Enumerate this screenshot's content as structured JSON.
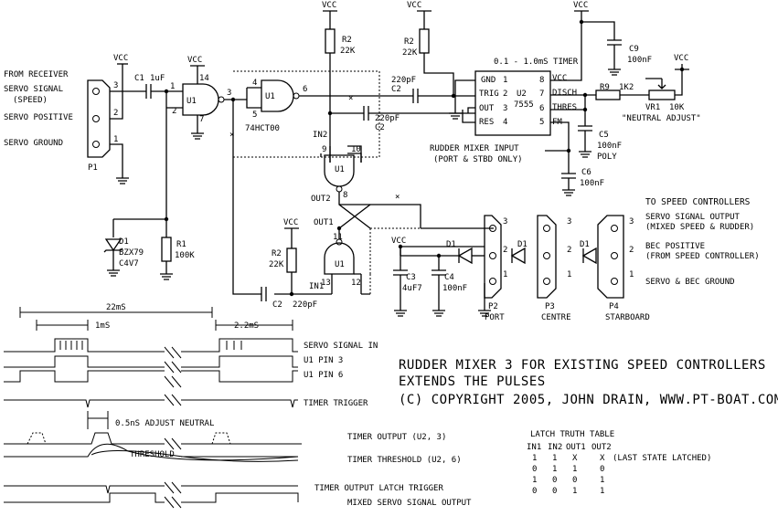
{
  "title": {
    "line1": "RUDDER MIXER 3 FOR EXISTING SPEED CONTROLLERS",
    "line2": "EXTENDS THE PULSES",
    "line3": "(C) COPYRIGHT 2005, JOHN DRAIN, WWW.PT-BOAT.COM"
  },
  "input": {
    "from_receiver": "FROM RECEIVER",
    "servo_signal": "SERVO SIGNAL",
    "speed": "(SPEED)",
    "servo_positive": "SERVO POSITIVE",
    "servo_ground": "SERVO GROUND",
    "connector": "P1",
    "pins": [
      "3",
      "2",
      "1"
    ]
  },
  "vcc": "VCC",
  "c1": {
    "name": "C1",
    "value": "1uF"
  },
  "d1_zener": {
    "name": "D1",
    "part": "BZX79",
    "value": "C4V7"
  },
  "r1": {
    "name": "R1",
    "value": "100K"
  },
  "gate_u1": {
    "name": "U1",
    "part": "74HCT00",
    "pins": {
      "p1": "1",
      "p2": "2",
      "p3": "3",
      "p4": "4",
      "p5": "5",
      "p6": "6",
      "p7": "7",
      "p8": "8",
      "p9": "9",
      "p10": "10",
      "p11": "11",
      "p12": "12",
      "p13": "13",
      "p14": "14"
    }
  },
  "r2_top": {
    "name": "R2",
    "value": "22K"
  },
  "r2_top2": {
    "name": "R2",
    "value": "22K"
  },
  "r2_left": {
    "name": "R2",
    "value": "22K"
  },
  "c2_a": {
    "value": "220pF",
    "name": "C2"
  },
  "c2_b": {
    "value": "220pF",
    "name": "C2"
  },
  "c2_c": {
    "name": "C2",
    "value": "220pF"
  },
  "timer": {
    "title": "0.1 - 1.0mS TIMER",
    "name": "U2",
    "part": "7555",
    "pins_left": [
      "GND",
      "TRIG",
      "OUT",
      "RES"
    ],
    "pins_left_num": [
      "1",
      "2",
      "3",
      "4"
    ],
    "pins_right": [
      "VCC",
      "DISCH",
      "THRES",
      "FM"
    ],
    "pins_right_num": [
      "8",
      "7",
      "6",
      "5"
    ]
  },
  "c9": {
    "name": "C9",
    "value": "100nF"
  },
  "r9": {
    "name": "R9",
    "value": "1K2"
  },
  "vr1": {
    "name": "VR1",
    "value": "10K",
    "label": "\"NEUTRAL ADJUST\""
  },
  "c5": {
    "name": "C5",
    "value": "100nF",
    "type": "POLY"
  },
  "c6": {
    "name": "C6",
    "value": "100nF"
  },
  "rudder_input": {
    "line1": "RUDDER MIXER INPUT",
    "line2": "(PORT & STBD ONLY)"
  },
  "latch_labels": {
    "in2": "IN2",
    "out2": "OUT2",
    "out1": "OUT1",
    "in1": "IN1"
  },
  "c3": {
    "name": "C3",
    "value": "4uF7"
  },
  "c4": {
    "name": "C4",
    "value": "100nF"
  },
  "outputs": {
    "heading": "TO SPEED CONTROLLERS",
    "servo_out1": "SERVO SIGNAL OUTPUT",
    "servo_out2": "(MIXED SPEED & RUDDER)",
    "bec1": "BEC POSITIVE",
    "bec2": "(FROM SPEED CONTROLLER)",
    "ground": "SERVO & BEC GROUND",
    "diode": "D1",
    "connectors": [
      {
        "name": "P2",
        "label": "PORT"
      },
      {
        "name": "P3",
        "label": "CENTRE"
      },
      {
        "name": "P4",
        "label": "STARBOARD"
      }
    ],
    "pins": [
      "3",
      "2",
      "1"
    ]
  },
  "timing": {
    "period": "22mS",
    "pulse": "1mS",
    "pulse2": "2.2mS",
    "adjust": "0.5nS ADJUST NEUTRAL",
    "threshold": "THRESHOLD",
    "signals": [
      "SERVO SIGNAL IN",
      "U1 PIN 3",
      "U1 PIN 6",
      "TIMER TRIGGER",
      "TIMER OUTPUT (U2, 3)",
      "TIMER THRESHOLD (U2, 6)",
      "TIMER OUTPUT LATCH TRIGGER",
      "MIXED SERVO SIGNAL OUTPUT"
    ]
  },
  "truth_table": {
    "title": "LATCH TRUTH TABLE",
    "headers": [
      "IN1",
      "IN2",
      "OUT1",
      "OUT2"
    ],
    "rows": [
      [
        "1",
        "1",
        "X",
        "X",
        "(LAST STATE LATCHED)"
      ],
      [
        "0",
        "1",
        "1",
        "0",
        ""
      ],
      [
        "1",
        "0",
        "0",
        "1",
        ""
      ],
      [
        "0",
        "0",
        "1",
        "1",
        ""
      ]
    ]
  }
}
